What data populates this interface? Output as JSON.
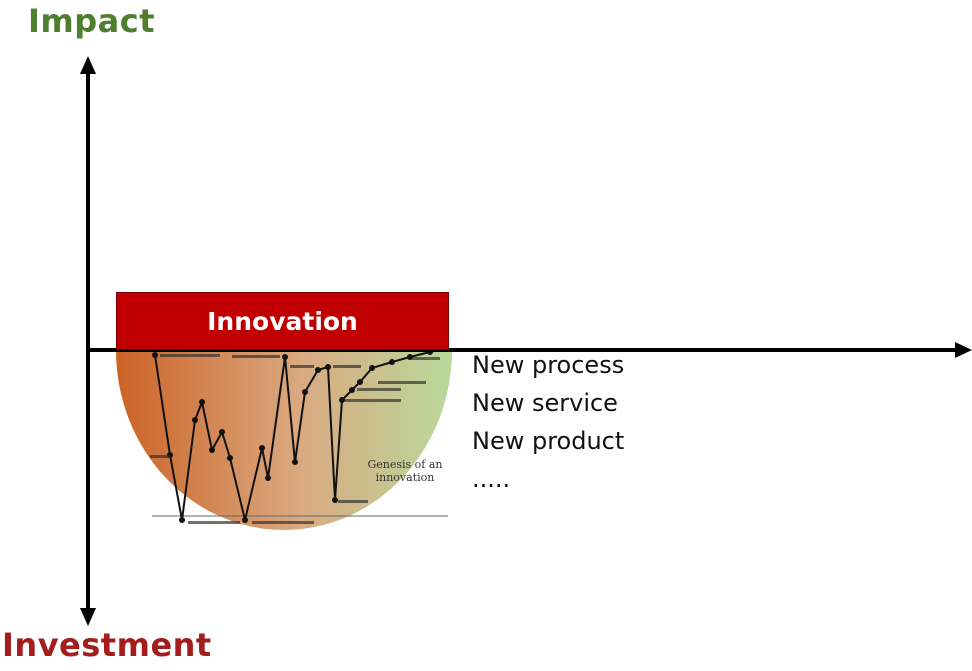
{
  "labels": {
    "impact": "Impact",
    "investment": "Investment",
    "innovation": "Innovation",
    "genesis": "Genesis of an innovation"
  },
  "outcomes": [
    "New process",
    "New service",
    "New product",
    "....."
  ],
  "colors": {
    "impact": "#4e7e2e",
    "investment": "#a41d1d",
    "innovation_box": "#c00000",
    "gradient_left": "#c9601f",
    "gradient_right": "#b9d79a"
  },
  "genesis_chart": {
    "type": "line",
    "note": "zig-zag curve showing ups and downs of an innovation's genesis"
  }
}
